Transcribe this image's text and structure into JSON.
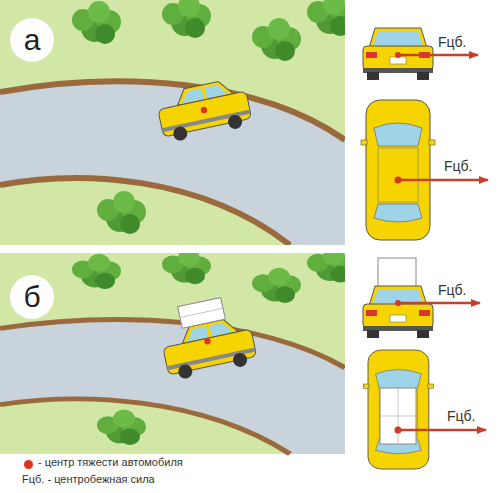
{
  "diagram": {
    "labels": [
      "а",
      "Fцб.",
      "Fцб.",
      "б",
      "Fцб.",
      "Fцб."
    ],
    "legend": [
      {
        "text": "- центр тяжести автомобиля",
        "color": "#e0301e"
      },
      {
        "text": "Fцб. - центробежная сила"
      }
    ]
  }
}
